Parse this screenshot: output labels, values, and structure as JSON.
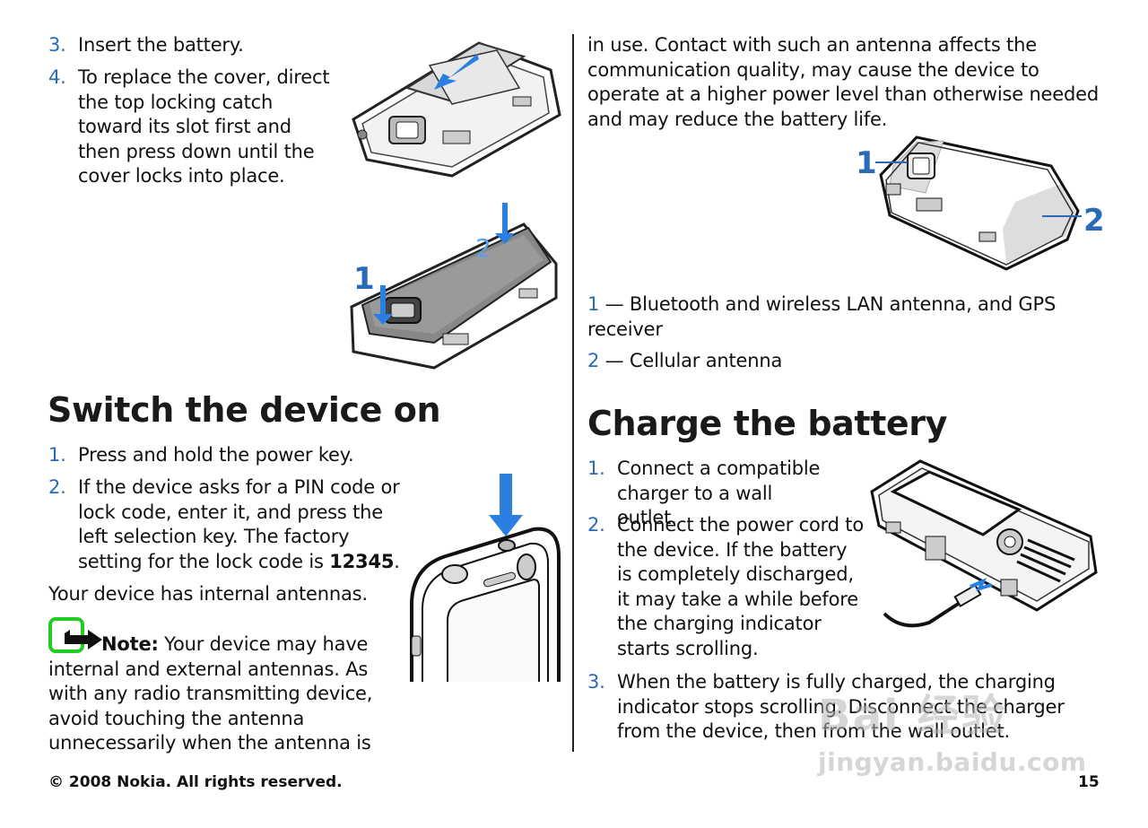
{
  "left": {
    "steps_top": [
      {
        "num": "3.",
        "text": "Insert the battery."
      },
      {
        "num": "4.",
        "text": "To replace the cover, direct the top locking catch toward its slot first and then press down until the cover locks into place."
      }
    ],
    "heading": "Switch the device on",
    "steps": [
      {
        "num": "1.",
        "text": "Press and hold the power key."
      },
      {
        "num": "2.",
        "text": "If the device asks for a PIN code or lock code, enter it, and press the left selection key. The factory setting for the lock code is ",
        "bold": "12345",
        "tail": "."
      }
    ],
    "para": "Your device has internal antennas.",
    "note_label": "Note:",
    "note_text": " Your device may have internal and external antennas. As with any radio transmitting device, avoid touching the antenna unnecessarily when the antenna is",
    "figure_labels": [
      "1",
      "2"
    ]
  },
  "right": {
    "continuation": "in use. Contact with such an antenna affects the communication quality, may cause the device to operate at a higher power level than otherwise needed and may reduce the battery life.",
    "figure_labels": [
      "1",
      "2"
    ],
    "legend": [
      {
        "num": "1",
        "text": " — Bluetooth and wireless LAN antenna, and GPS receiver"
      },
      {
        "num": "2",
        "text": " — Cellular antenna"
      }
    ],
    "heading": "Charge the battery",
    "steps": [
      {
        "num": "1.",
        "text": "Connect a compatible charger to a wall outlet."
      },
      {
        "num": "2.",
        "text": "Connect the power cord to the device. If the battery is completely discharged, it may take a while before the charging indicator starts scrolling."
      },
      {
        "num": "3.",
        "text": "When the battery is fully charged, the charging indicator stops scrolling. Disconnect the charger from the device, then from the wall outlet."
      }
    ]
  },
  "footer": {
    "copyright": "© 2008 Nokia. All rights reserved.",
    "page_number": "15"
  },
  "watermark": {
    "logo": "Bai 经验",
    "url": "jingyan.baidu.com"
  },
  "colors": {
    "accent_blue": "#2a6ab7",
    "note_icon_green": "#22cc22",
    "text": "#111111"
  }
}
